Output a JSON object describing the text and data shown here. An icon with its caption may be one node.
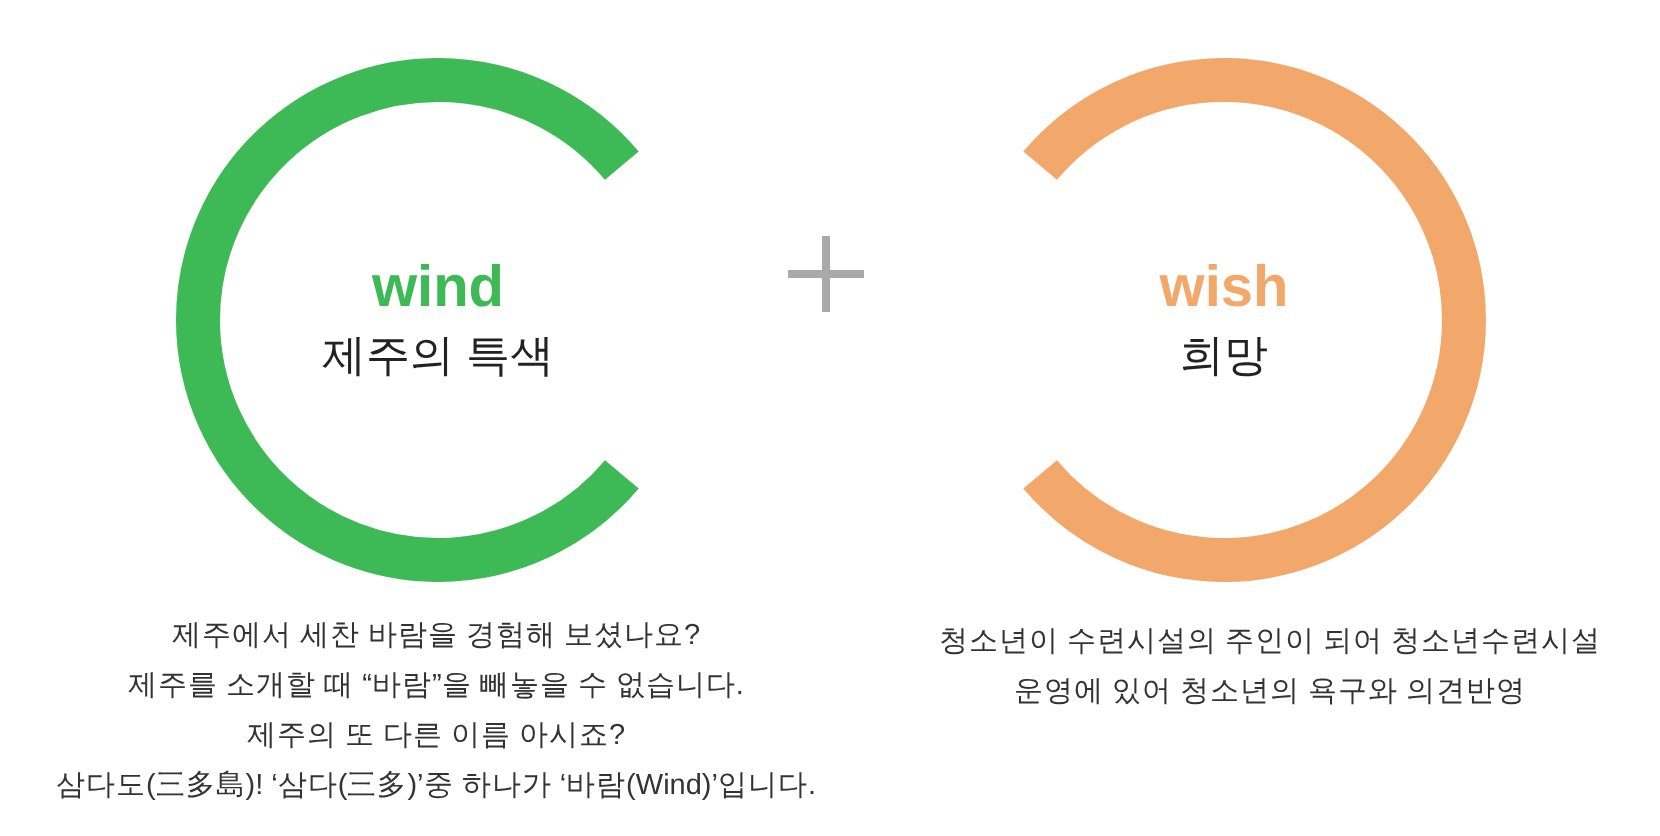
{
  "diagram": {
    "nodes": [
      {
        "text": [
          "wind",
          "제주의 특색"
        ],
        "beside": [
          "제주에서 세찬 바람을 경험해 보셨나요?",
          "제주를 소개할 때 “바람”을 빼놓을 수 없습니다.",
          "제주의 또 다른 이름 아시죠?",
          "삼다도(三多島)! ‘삼다(三多)’중 하나가 ‘바람(Wind)’입니다."
        ]
      },
      {
        "text": [
          "wish",
          "희망"
        ],
        "beside": [
          "청소년이 수련시설의 주인이 되어 청소년수련시설",
          "운영에 있어 청소년의 욕구와 의견반영"
        ]
      }
    ]
  }
}
